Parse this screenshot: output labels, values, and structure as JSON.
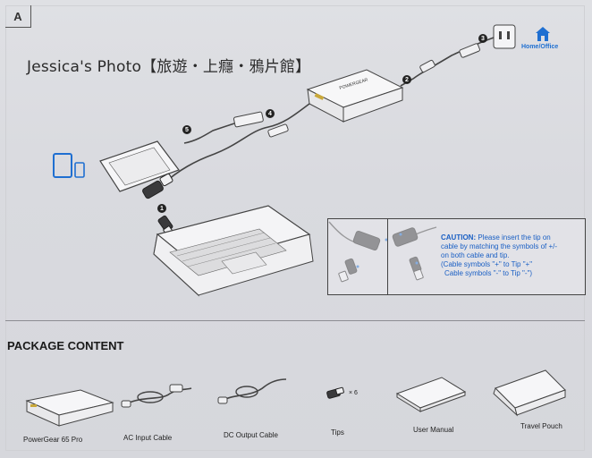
{
  "section_letter": "A",
  "watermark": "Jessica's Photo【旅遊・上癮・鴉片館】",
  "home_office_label": "Home/Office",
  "steps": [
    "1",
    "2",
    "3",
    "4",
    "5"
  ],
  "device_brand_text": "POWERGEAR",
  "caution": {
    "heading": "CAUTION:",
    "line1": "Please insert the tip on",
    "line2": "cable by matching the symbols of +/-",
    "line3": "on both cable and tip.",
    "line4": "(Cable symbols \"+\" to Tip \"+\"",
    "line5": "Cable symbols \"-\" to Tip \"-\")"
  },
  "package": {
    "title": "PACKAGE CONTENT",
    "tips_count": "× 6",
    "items": [
      {
        "label": "PowerGear 65 Pro"
      },
      {
        "label": "AC Input Cable"
      },
      {
        "label": "DC Output Cable"
      },
      {
        "label": "Tips"
      },
      {
        "label": "User Manual"
      },
      {
        "label": "Travel Pouch"
      }
    ]
  },
  "colors": {
    "accent_blue": "#1f6fd1",
    "ink": "#222222",
    "paper": "#dcdde2"
  }
}
